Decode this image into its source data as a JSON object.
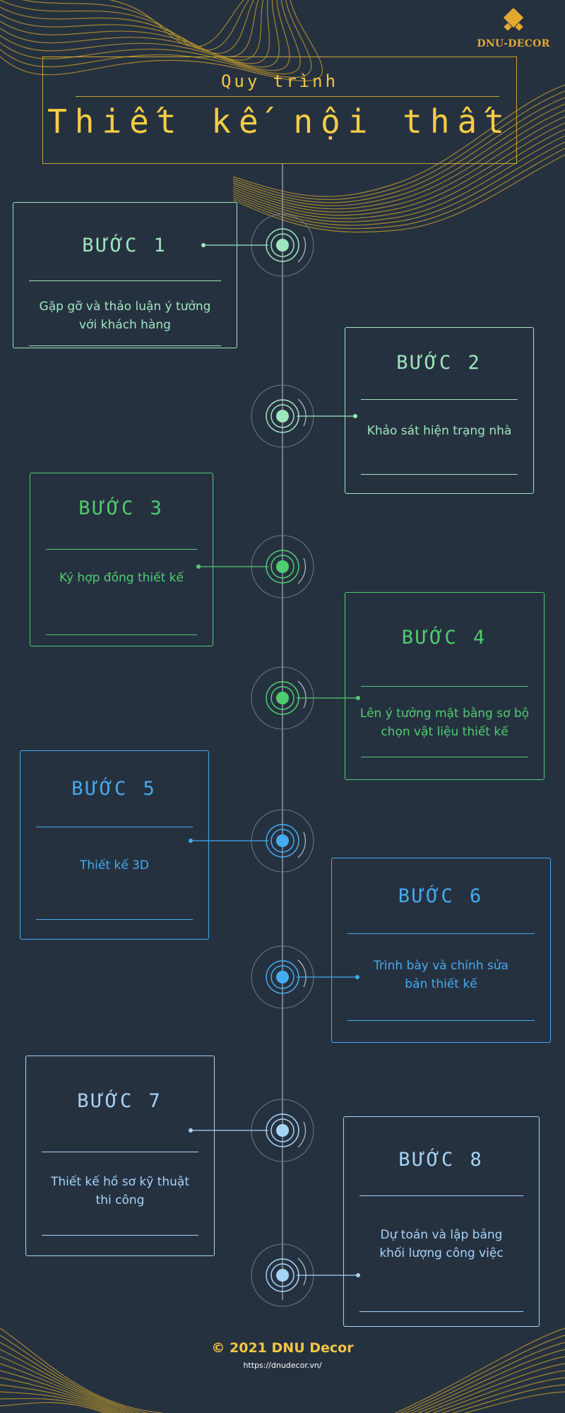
{
  "brand": {
    "name": "DNU-DECOR",
    "icon": "diamond-lattice-logo-icon"
  },
  "header": {
    "subtitle": "Quy trình",
    "title": "Thiết kế nội thất"
  },
  "colors": {
    "gold": "#f6cd43",
    "background": "#263140",
    "timeline": "#8f9aa5"
  },
  "steps": [
    {
      "label": "BƯỚC 1",
      "line1": "Gặp gỡ và thảo luận ý tưởng",
      "line2": "với khách hàng",
      "color": "#9ee6bd"
    },
    {
      "label": "BƯỚC 2",
      "line1": "Khảo sát hiện trạng nhà",
      "line2": "",
      "color": "#9ee6bd"
    },
    {
      "label": "BƯỚC 3",
      "line1": "Ký hợp đồng thiết kế",
      "line2": "",
      "color": "#4fcd6e"
    },
    {
      "label": "BƯỚC 4",
      "line1": "Lên ý tưởng mặt bằng sơ bộ",
      "line2": "chọn vật liệu thiết kế",
      "color": "#4fcd6e"
    },
    {
      "label": "BƯỚC 5",
      "line1": "Thiết kế 3D",
      "line2": "",
      "color": "#43abf0"
    },
    {
      "label": "BƯỚC 6",
      "line1": "Trình bày và chỉnh sửa",
      "line2": "bản thiết kế",
      "color": "#43abf0"
    },
    {
      "label": "BƯỚC 7",
      "line1": "Thiết kế hồ sơ kỹ thuật",
      "line2": "thi công",
      "color": "#a6d4f7"
    },
    {
      "label": "BƯỚC 8",
      "line1": "Dự toán và lập bảng",
      "line2": "khối lượng công việc",
      "color": "#a6d4f7"
    }
  ],
  "footer": {
    "copyright": "© 2021 DNU Decor",
    "url": "https://dnudecor.vn/"
  }
}
